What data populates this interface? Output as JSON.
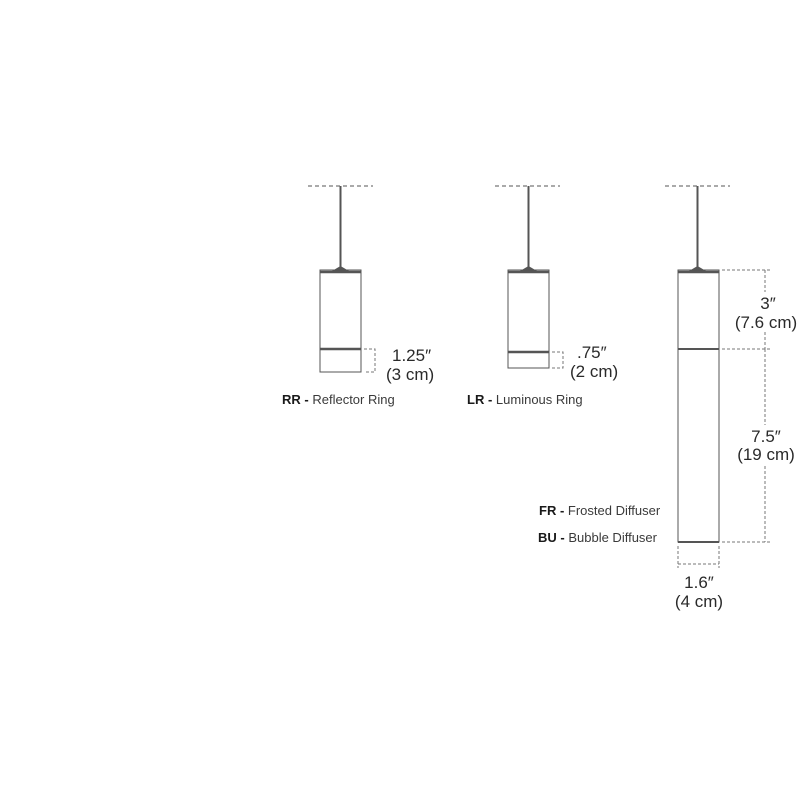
{
  "pendant_rr": {
    "dim_in": "1.25″",
    "dim_cm": "(3 cm)",
    "code": "RR -",
    "name": "Reflector Ring"
  },
  "pendant_lr": {
    "dim_in": ".75″",
    "dim_cm": "(2 cm)",
    "code": "LR -",
    "name": "Luminous Ring"
  },
  "pendant_tall": {
    "top_in": "3″",
    "top_cm": "(7.6 cm)",
    "body_in": "7.5″",
    "body_cm": "(19 cm)",
    "width_in": "1.6″",
    "width_cm": "(4 cm)",
    "options": [
      {
        "code": "FR -",
        "name": "Frosted Diffuser"
      },
      {
        "code": "BU -",
        "name": "Bubble Diffuser"
      }
    ]
  },
  "colors": {
    "line": "#555555",
    "dim_line": "#777777"
  }
}
